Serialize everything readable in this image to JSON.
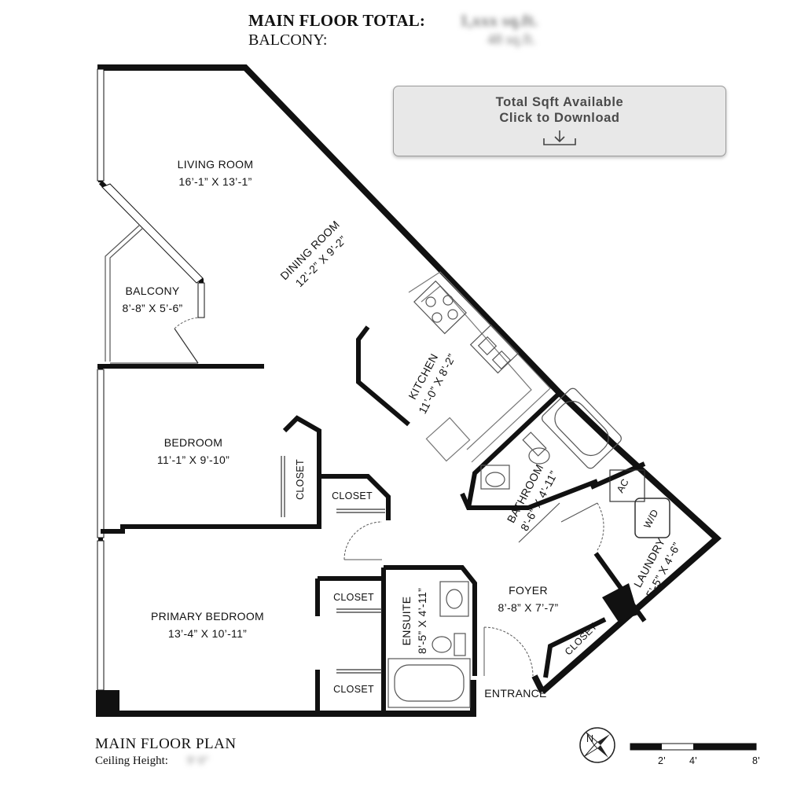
{
  "header": {
    "main_floor_total_label": "MAIN FLOOR TOTAL:",
    "main_floor_total_value": "1,xxx sq.ft.",
    "balcony_label": "BALCONY:",
    "balcony_value": "48 sq.ft."
  },
  "download": {
    "line1": "Total Sqft Available",
    "line2": "Click to Download",
    "icon": "download-icon"
  },
  "rooms": {
    "living_room": {
      "name": "LIVING ROOM",
      "size": "16’-1” X 13’-1”"
    },
    "dining_room": {
      "name": "DINING ROOM",
      "size": "12’-2” X 9’-2”"
    },
    "balcony": {
      "name": "BALCONY",
      "size": "8’-8” X 5’-6”"
    },
    "kitchen": {
      "name": "KITCHEN",
      "size": "11’-0” X 8’-2”"
    },
    "bedroom": {
      "name": "BEDROOM",
      "size": "11’-1” X 9’-10”"
    },
    "bedroom_closet": {
      "name": "CLOSET"
    },
    "hall_closet": {
      "name": "CLOSET"
    },
    "bathroom": {
      "name": "BATHROOM",
      "size": "8’-6” X 4’-11”"
    },
    "ac": {
      "name": "AC"
    },
    "laundry": {
      "name": "LAUNDRY",
      "size": "5’-5” X 4’-6”"
    },
    "wd": {
      "name": "W/D"
    },
    "foyer": {
      "name": "FOYER",
      "size": "8’-8” X 7’-7”"
    },
    "foyer_closet": {
      "name": "CLOSET"
    },
    "ensuite": {
      "name": "ENSUITE",
      "size": "8’-5” X 4’-11”"
    },
    "primary_closet_1": {
      "name": "CLOSET"
    },
    "primary_closet_2": {
      "name": "CLOSET"
    },
    "primary_bedroom": {
      "name": "PRIMARY BEDROOM",
      "size": "13’-4” X 10’-11”"
    },
    "entrance": {
      "name": "ENTRANCE"
    }
  },
  "footer": {
    "title": "MAIN FLOOR PLAN",
    "ceiling_label": "Ceiling Height:",
    "ceiling_value": "9' 0\""
  },
  "compass": {
    "north_label": "N",
    "icon": "compass-icon"
  },
  "scale": {
    "ticks": [
      "2'",
      "4'",
      "8'"
    ]
  }
}
